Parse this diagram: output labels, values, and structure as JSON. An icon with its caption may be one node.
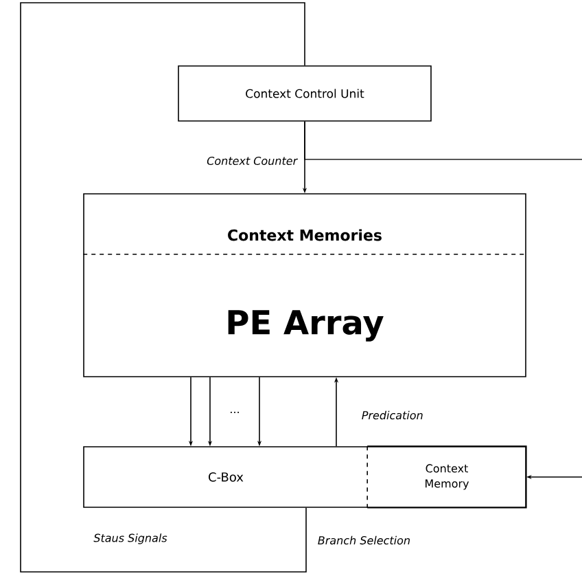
{
  "diagram": {
    "nodes": [
      {
        "text": [
          "Context Control Unit"
        ]
      },
      {
        "text": [
          "Context Memories",
          "PE Array"
        ]
      },
      {
        "text": [
          "C-Box"
        ]
      },
      {
        "text": [
          "Context Memory"
        ],
        "in": 2
      }
    ],
    "edges": [
      {
        "from": 0,
        "to": 1,
        "arrow": "to",
        "label": "Context Counter"
      },
      {
        "from": 0,
        "to": null,
        "arrow": "none"
      },
      {
        "from": 1,
        "to": 2,
        "arrow": "to"
      },
      {
        "from": 1,
        "to": 2,
        "arrow": "to"
      },
      {
        "from": 1,
        "to": 2,
        "arrow": "to"
      },
      {
        "from": 2,
        "to": 1,
        "arrow": "to",
        "label": "Predication"
      },
      {
        "from": null,
        "to": 3,
        "arrow": "to"
      },
      {
        "from": 2,
        "to": 0,
        "arrow": "none"
      }
    ],
    "labels": [
      "...",
      "Staus Signals",
      "Branch Selection"
    ]
  }
}
